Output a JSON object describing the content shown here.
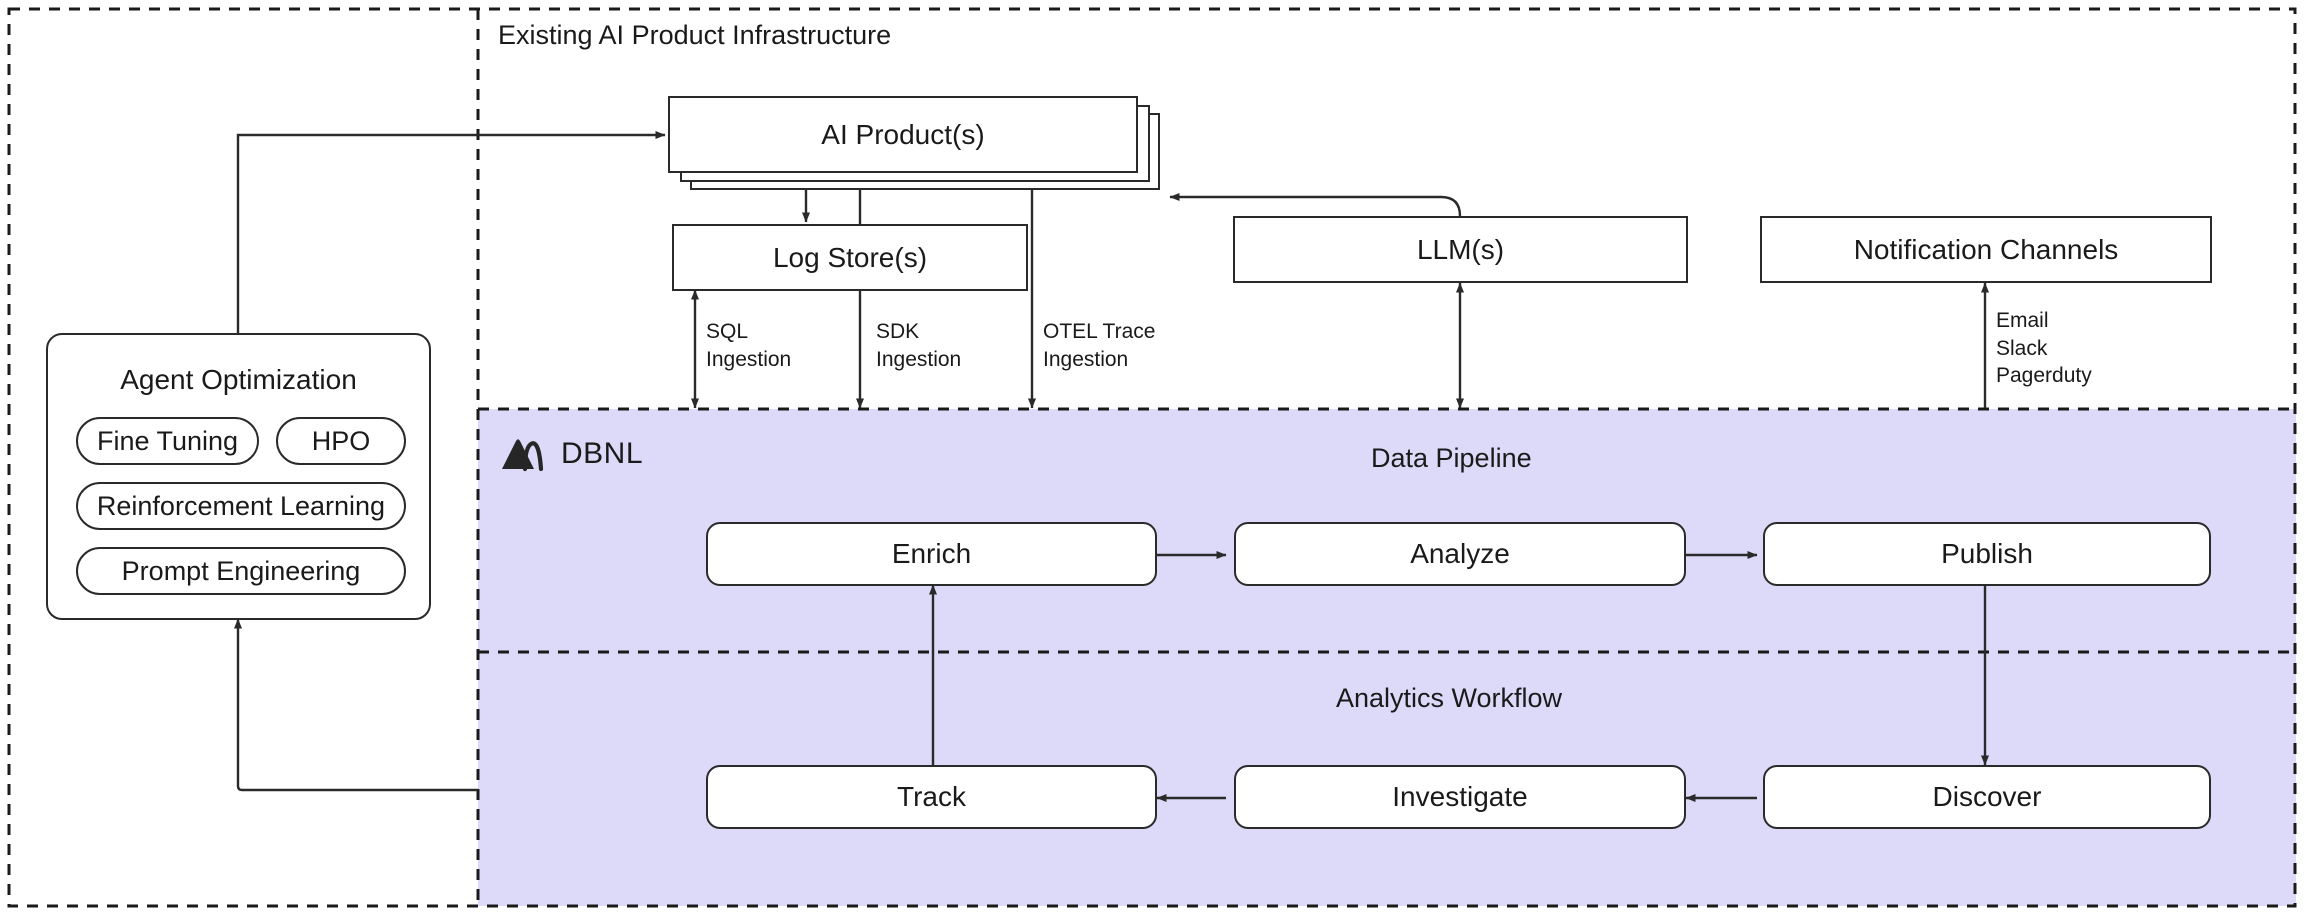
{
  "diagram": {
    "zones": {
      "left_zone_label": "",
      "infrastructure": {
        "label": "Existing AI Product Infrastructure"
      },
      "data_pipeline": {
        "label": "Data Pipeline"
      },
      "analytics_workflow": {
        "label": "Analytics Workflow"
      }
    },
    "brand": {
      "name": "DBNL",
      "logo": "mountain-logo"
    },
    "infrastructure_nodes": [
      {
        "id": "ai-product",
        "label": "AI Product(s)",
        "stacked": true
      },
      {
        "id": "log-store",
        "label": "Log Store(s)"
      },
      {
        "id": "llm",
        "label": "LLM(s)"
      },
      {
        "id": "notification-channels",
        "label": "Notification Channels"
      }
    ],
    "agent_optimization": {
      "title": "Agent Optimization",
      "items": [
        {
          "label": "Fine Tuning"
        },
        {
          "label": "HPO"
        },
        {
          "label": "Reinforcement Learning"
        },
        {
          "label": "Prompt Engineering"
        }
      ]
    },
    "pipeline_stages": [
      {
        "id": "enrich",
        "label": "Enrich"
      },
      {
        "id": "analyze",
        "label": "Analyze"
      },
      {
        "id": "publish",
        "label": "Publish"
      }
    ],
    "workflow_stages": [
      {
        "id": "track",
        "label": "Track"
      },
      {
        "id": "investigate",
        "label": "Investigate"
      },
      {
        "id": "discover",
        "label": "Discover"
      }
    ],
    "edge_labels": [
      {
        "id": "sql-ingestion",
        "label": "SQL\nIngestion"
      },
      {
        "id": "sdk-ingestion",
        "label": "SDK\nIngestion"
      },
      {
        "id": "otel-trace-ingestion",
        "label": "OTEL Trace\nIngestion"
      },
      {
        "id": "notification-targets",
        "label": "Email\nSlack\nPagerduty"
      }
    ],
    "colors": {
      "dbnl_zone_fill": "#ddd9f8",
      "stroke": "#2a2a2a",
      "node_fill": "#ffffff",
      "canvas": "#ffffff"
    }
  }
}
